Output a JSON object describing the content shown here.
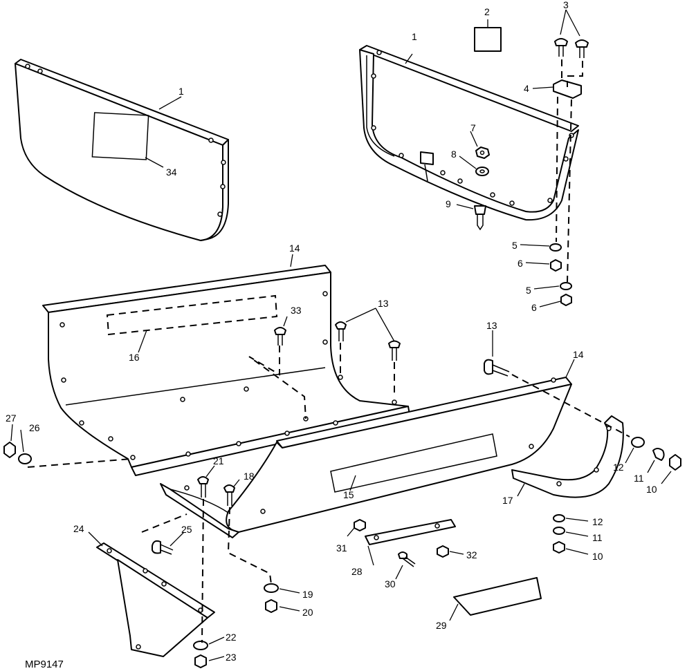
{
  "drawing_code": "MP9147",
  "callouts": [
    {
      "id": "c1a",
      "text": "1"
    },
    {
      "id": "c1b",
      "text": "1"
    },
    {
      "id": "c2",
      "text": "2"
    },
    {
      "id": "c3",
      "text": "3"
    },
    {
      "id": "c4",
      "text": "4"
    },
    {
      "id": "c5a",
      "text": "5"
    },
    {
      "id": "c5b",
      "text": "5"
    },
    {
      "id": "c6a",
      "text": "6"
    },
    {
      "id": "c6b",
      "text": "6"
    },
    {
      "id": "c7",
      "text": "7"
    },
    {
      "id": "c8",
      "text": "8"
    },
    {
      "id": "c9",
      "text": "9"
    },
    {
      "id": "c10a",
      "text": "10"
    },
    {
      "id": "c10b",
      "text": "10"
    },
    {
      "id": "c11a",
      "text": "11"
    },
    {
      "id": "c11b",
      "text": "11"
    },
    {
      "id": "c12a",
      "text": "12"
    },
    {
      "id": "c12b",
      "text": "12"
    },
    {
      "id": "c13a",
      "text": "13"
    },
    {
      "id": "c13b",
      "text": "13"
    },
    {
      "id": "c14a",
      "text": "14"
    },
    {
      "id": "c14b",
      "text": "14"
    },
    {
      "id": "c15",
      "text": "15"
    },
    {
      "id": "c16",
      "text": "16"
    },
    {
      "id": "c17",
      "text": "17"
    },
    {
      "id": "c18",
      "text": "18"
    },
    {
      "id": "c19",
      "text": "19"
    },
    {
      "id": "c20",
      "text": "20"
    },
    {
      "id": "c21",
      "text": "21"
    },
    {
      "id": "c22",
      "text": "22"
    },
    {
      "id": "c23",
      "text": "23"
    },
    {
      "id": "c24",
      "text": "24"
    },
    {
      "id": "c25",
      "text": "25"
    },
    {
      "id": "c26",
      "text": "26"
    },
    {
      "id": "c27",
      "text": "27"
    },
    {
      "id": "c28",
      "text": "28"
    },
    {
      "id": "c29",
      "text": "29"
    },
    {
      "id": "c30",
      "text": "30"
    },
    {
      "id": "c31",
      "text": "31"
    },
    {
      "id": "c32",
      "text": "32"
    },
    {
      "id": "c33",
      "text": "33"
    },
    {
      "id": "c34",
      "text": "34"
    }
  ]
}
